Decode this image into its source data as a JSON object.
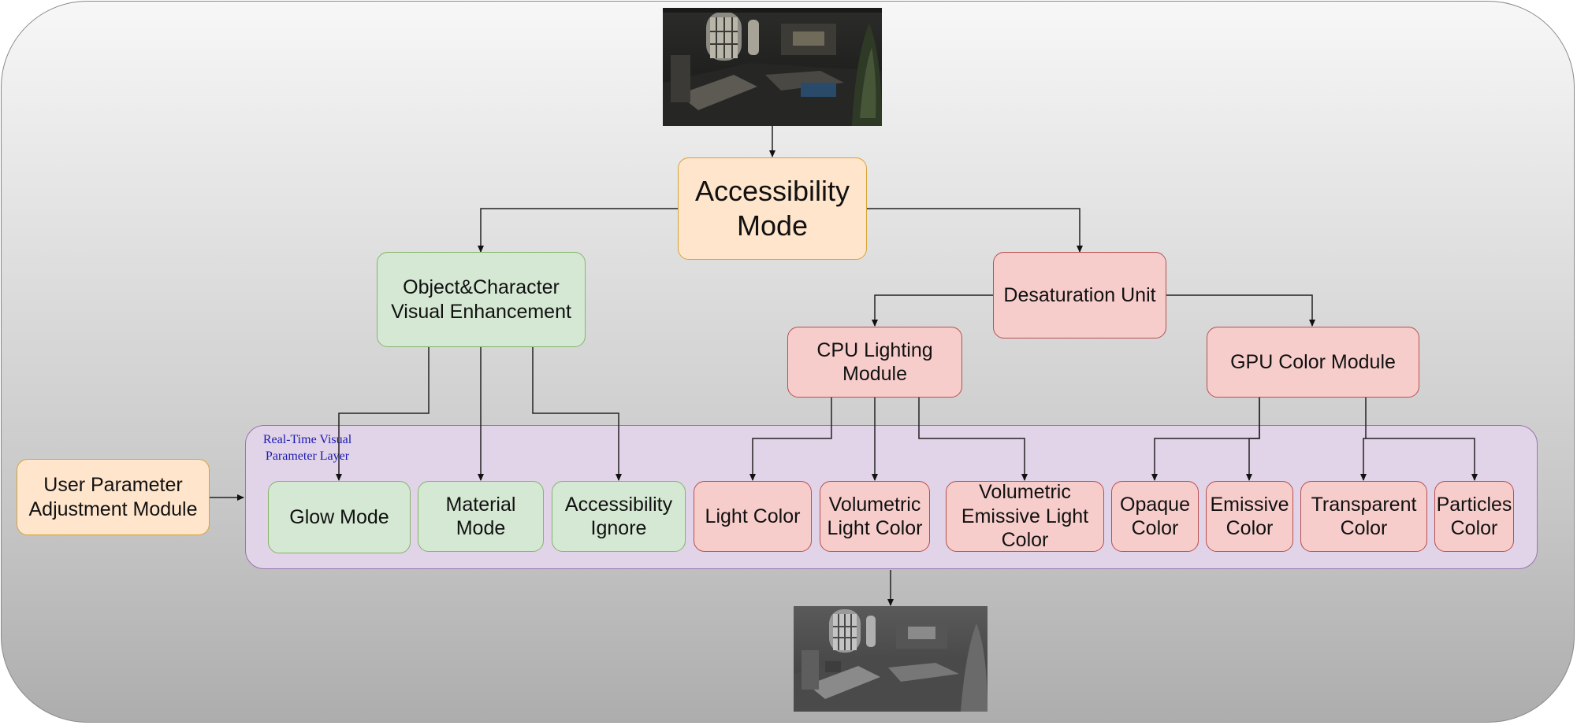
{
  "diagram": {
    "root": {
      "label": "Accessibility Mode"
    },
    "enhancement": {
      "label": "Object&Character Visual Enhancement"
    },
    "desaturation": {
      "label": "Desaturation Unit"
    },
    "cpu_module": {
      "label": "CPU Lighting Module"
    },
    "gpu_module": {
      "label": "GPU Color Module"
    },
    "user_module": {
      "label": "User Parameter Adjustment Module"
    },
    "layer": {
      "label": "Real-Time Visual Parameter Layer"
    },
    "leaves": {
      "glow": "Glow Mode",
      "material": "Material Mode",
      "ignore": "Accessibility Ignore",
      "light_color": "Light Color",
      "volumetric_light": "Volumetric Light Color",
      "volumetric_emissive": "Volumetric Emissive Light Color",
      "opaque": "Opaque Color",
      "emissive": "Emissive Color",
      "transparent": "Transparent Color",
      "particles": "Particles Color"
    },
    "images": {
      "input": "color-game-scene-screenshot",
      "output": "desaturated-game-scene-screenshot"
    },
    "colors": {
      "orange_fill": "#fee5cc",
      "green_fill": "#d4e8d3",
      "red_fill": "#f7cdcc",
      "layer_fill": "#e1d3e8",
      "layer_label": "#1a1ab0"
    }
  }
}
